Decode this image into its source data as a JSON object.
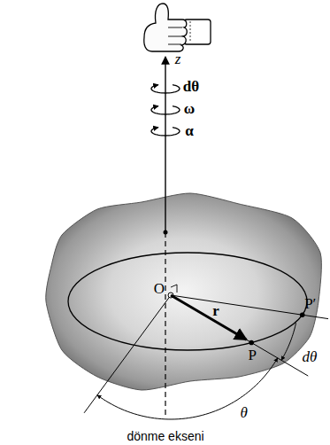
{
  "diagram": {
    "labels": [
      "z",
      "dθ",
      "ω",
      "α",
      "O",
      "r",
      "P′",
      "P",
      "dθ",
      "θ",
      "dönme ekseni"
    ]
  }
}
